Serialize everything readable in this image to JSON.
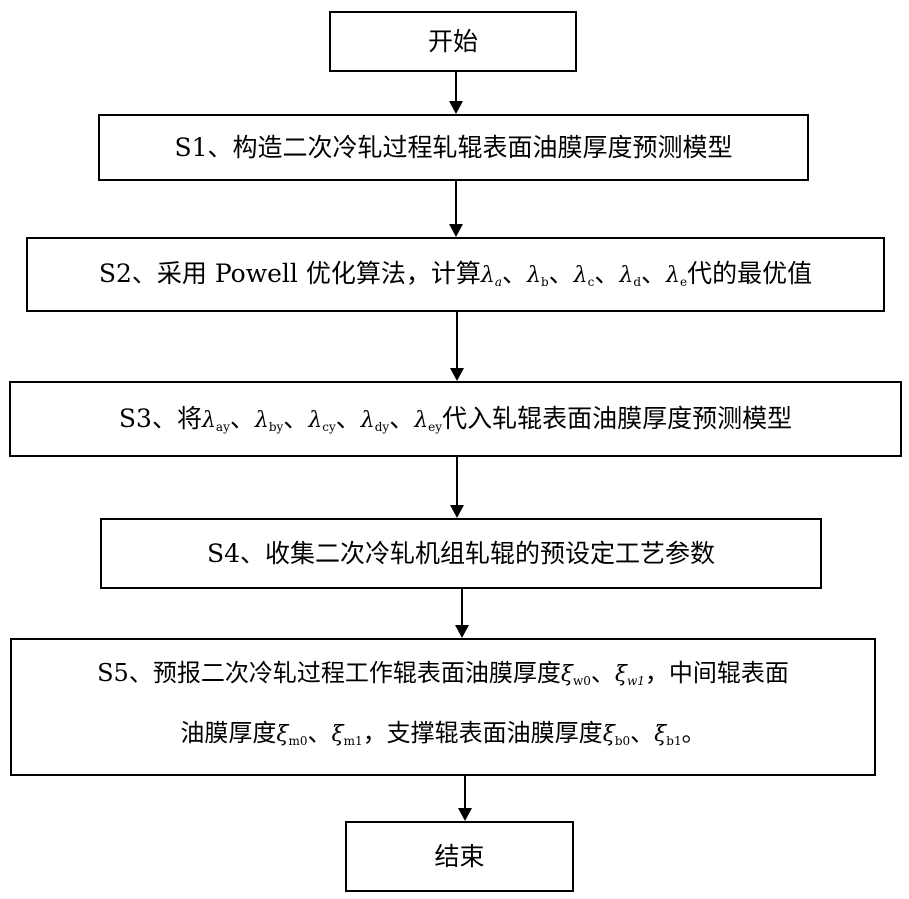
{
  "start": {
    "label": "开始"
  },
  "end": {
    "label": "结束"
  },
  "s1": {
    "text": "S1、构造二次冷轧过程轧辊表面油膜厚度预测模型"
  },
  "s2": {
    "prefix": "S2、采用 Powell 优化算法，计算",
    "sym": "λ",
    "sub_a": "a",
    "sub_b": "b",
    "sub_c": "c",
    "sub_d": "d",
    "sub_e": "e",
    "sep": "、",
    "suffix": "代的最优值"
  },
  "s3": {
    "prefix": "S3、将",
    "sym": "λ",
    "sub_a": "ay",
    "sub_b": "by",
    "sub_c": "cy",
    "sub_d": "dy",
    "sub_e": "ey",
    "sep": "、",
    "suffix": "代入轧辊表面油膜厚度预测模型"
  },
  "s4": {
    "text": "S4、收集二次冷轧机组轧辊的预设定工艺参数"
  },
  "s5": {
    "line1_prefix": "S5、预报二次冷轧过程工作辊表面油膜厚度",
    "xi": "ξ",
    "sub_w0": "w0",
    "sub_w1": "w1",
    "line1_suffix": "，中间辊表面",
    "line2_prefix": "油膜厚度",
    "sub_m0": "m0",
    "sub_m1": "m1",
    "line2_mid": "，支撑辊表面油膜厚度",
    "sub_b0": "b0",
    "sub_b1": "b1",
    "sep": "、",
    "line2_suffix": "。"
  }
}
